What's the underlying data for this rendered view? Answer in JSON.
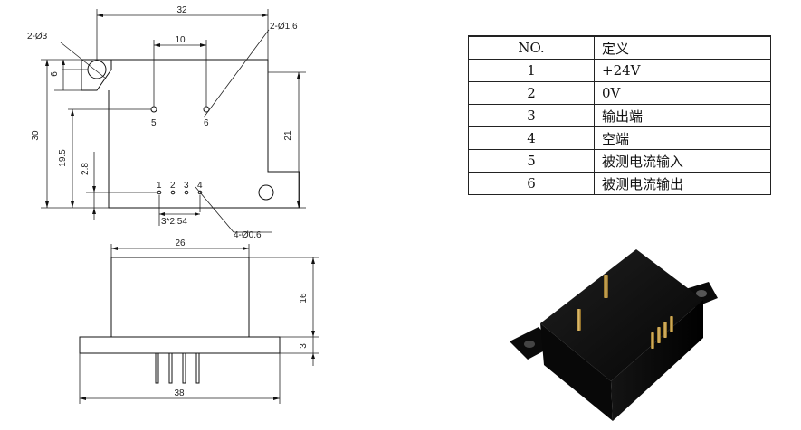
{
  "top_view": {
    "hole_label": "2-Ø3",
    "pin_hole_label": "2-Ø1.6",
    "pin_label": "4-Ø0.6",
    "dims": {
      "width": "32",
      "hole_spacing": "10",
      "height": "30",
      "hole_offset": "6",
      "hole_y": "19.5",
      "pin_y": "2.8",
      "right_height": "21",
      "pitch": "3*2.54"
    },
    "hole_numbers": [
      "5",
      "6"
    ],
    "pin_numbers": [
      "1",
      "2",
      "3",
      "4"
    ]
  },
  "side_view": {
    "dims": {
      "body_width": "26",
      "body_height": "16",
      "flange_height": "3",
      "flange_width": "38"
    }
  },
  "pin_table": {
    "header": [
      "NO.",
      "定义"
    ],
    "rows": [
      [
        "1",
        "+24V"
      ],
      [
        "2",
        "0V"
      ],
      [
        "3",
        "输出端"
      ],
      [
        "4",
        "空端"
      ],
      [
        "5",
        "被测电流输入"
      ],
      [
        "6",
        "被测电流输出"
      ]
    ]
  },
  "colors": {
    "line": "#111111",
    "photo_body": "#0b0b0b",
    "pin_gold": "#c8a040"
  }
}
